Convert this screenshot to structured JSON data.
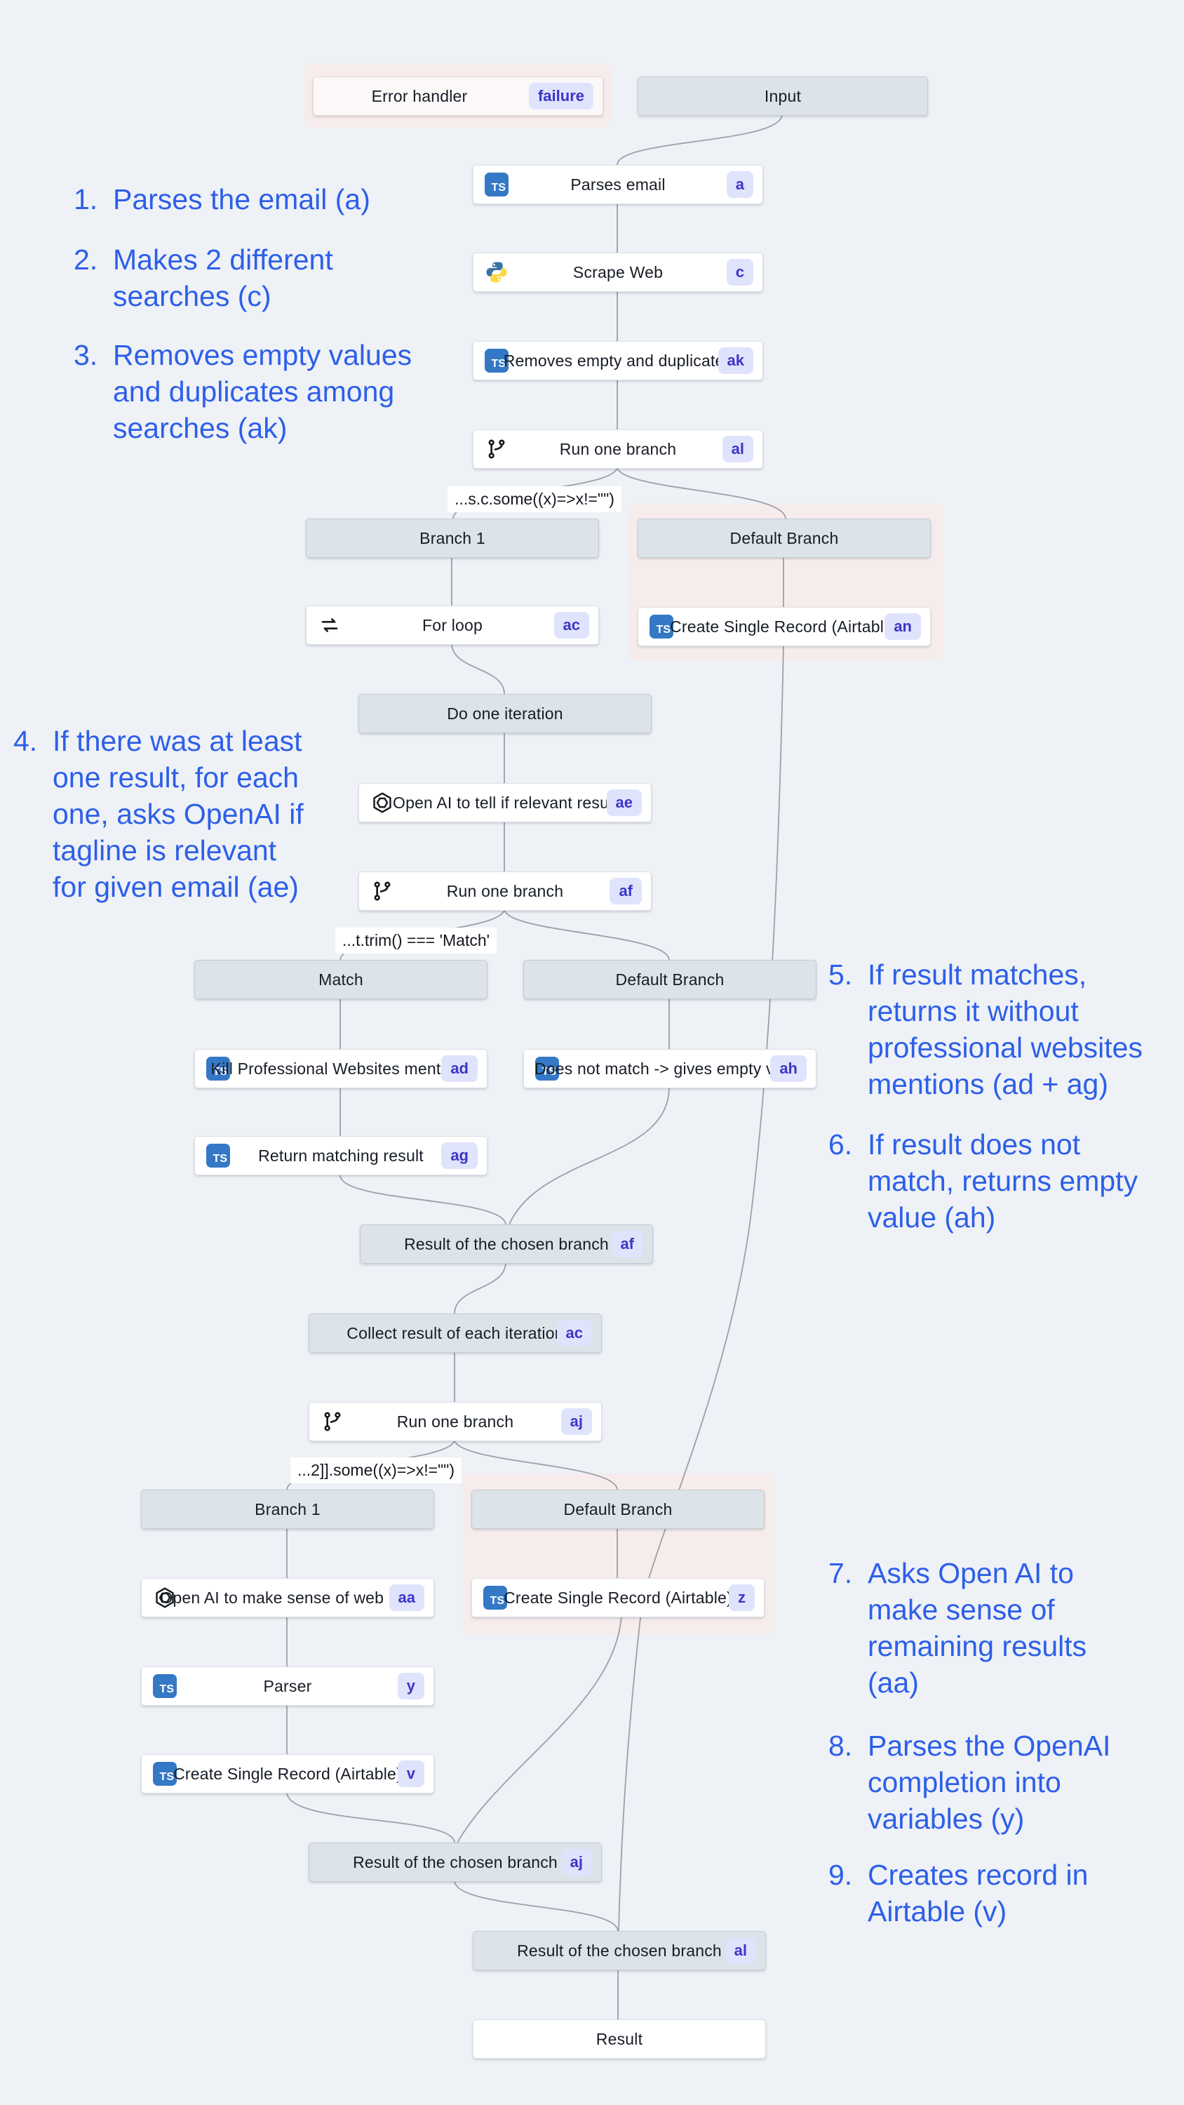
{
  "colors": {
    "background": "#eef1f6",
    "annotation_blue": "#2d5fe8",
    "badge_bg": "#e0e3fc",
    "badge_text": "#3c36c7",
    "header_node_bg": "#dce3e9",
    "white_node_bg": "#ffffff",
    "error_halo_pink": "#f7ecec",
    "typescript_blue": "#3478c6",
    "edge_gray": "#9aa1a9"
  },
  "icons": {
    "ts": "TS",
    "python": "python-icon",
    "openai": "openai-icon",
    "branch": "git-branch-icon",
    "loop": "loop-icon"
  },
  "nodes": {
    "error_handler": {
      "label": "Error handler",
      "badge": "failure"
    },
    "input": {
      "label": "Input"
    },
    "parses_email": {
      "label": "Parses email",
      "badge": "a"
    },
    "scrape_web": {
      "label": "Scrape Web",
      "badge": "c"
    },
    "removes_empty": {
      "label": "Removes empty and duplicates",
      "badge": "ak"
    },
    "run_one_branch_al": {
      "label": "Run one branch",
      "badge": "al"
    },
    "branch1_top": {
      "label": "Branch 1"
    },
    "default_branch_top": {
      "label": "Default Branch"
    },
    "for_loop": {
      "label": "For loop",
      "badge": "ac"
    },
    "create_record_an": {
      "label": "Create Single Record (Airtable)",
      "badge": "an"
    },
    "do_one_iteration": {
      "label": "Do one iteration"
    },
    "openai_relevant": {
      "label": "Open AI to tell if relevant result",
      "badge": "ae"
    },
    "run_one_branch_af": {
      "label": "Run one branch",
      "badge": "af"
    },
    "match": {
      "label": "Match"
    },
    "default_branch_mid": {
      "label": "Default Branch"
    },
    "kill_mentions": {
      "label": "Kill Professional Websites mentions",
      "badge": "ad"
    },
    "no_match_empty": {
      "label": "Does not match -> gives empty value",
      "badge": "ah"
    },
    "return_matching": {
      "label": "Return matching result",
      "badge": "ag"
    },
    "result_af": {
      "label": "Result of the chosen branch",
      "badge": "af"
    },
    "collect_results": {
      "label": "Collect result of each iteration",
      "badge": "ac"
    },
    "run_one_branch_aj": {
      "label": "Run one branch",
      "badge": "aj"
    },
    "branch1_bottom": {
      "label": "Branch 1"
    },
    "default_branch_bottom": {
      "label": "Default Branch"
    },
    "openai_websense": {
      "label": "Open AI to make sense of web info",
      "badge": "aa"
    },
    "create_record_z": {
      "label": "Create Single Record (Airtable)",
      "badge": "z"
    },
    "parser": {
      "label": "Parser",
      "badge": "y"
    },
    "create_record_v": {
      "label": "Create Single Record (Airtable)",
      "badge": "v"
    },
    "result_aj": {
      "label": "Result of the chosen branch",
      "badge": "aj"
    },
    "result_al": {
      "label": "Result of the chosen branch",
      "badge": "al"
    },
    "result": {
      "label": "Result"
    }
  },
  "conditions": {
    "c1": "...s.c.some((x)=>x!=\"\")",
    "c2": "...t.trim() === 'Match'",
    "c3": "...2]].some((x)=>x!=\"\")"
  },
  "annotations": [
    {
      "num": "1.",
      "text": "Parses the email (a)"
    },
    {
      "num": "2.",
      "text": "Makes 2 different\nsearches (c)"
    },
    {
      "num": "3.",
      "text": "Removes empty values\nand duplicates among\nsearches (ak)"
    },
    {
      "num": "4.",
      "text": "If there was at least\none result, for each\none, asks OpenAI if\ntagline is relevant\nfor given email (ae)"
    },
    {
      "num": "5.",
      "text": "If result matches,\nreturns it without\nprofessional websites\nmentions (ad + ag)"
    },
    {
      "num": "6.",
      "text": "If result does not\nmatch, returns empty\nvalue (ah)"
    },
    {
      "num": "7.",
      "text": "Asks Open AI to\nmake sense of\nremaining results\n(aa)"
    },
    {
      "num": "8.",
      "text": "Parses the OpenAI\ncompletion into\nvariables (y)"
    },
    {
      "num": "9.",
      "text": "Creates record in\nAirtable (v)"
    }
  ]
}
